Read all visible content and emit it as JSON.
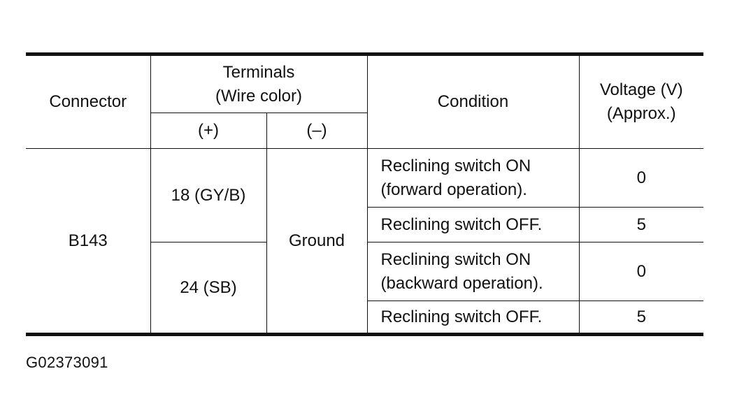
{
  "table": {
    "headers": {
      "connector": "Connector",
      "terminals_line1": "Terminals",
      "terminals_line2": "(Wire color)",
      "plus": "(+)",
      "minus": "(–)",
      "condition": "Condition",
      "voltage_line1": "Voltage (V)",
      "voltage_line2": "(Approx.)"
    },
    "connector": "B143",
    "ground": "Ground",
    "groups": [
      {
        "terminal": "18 (GY/B)",
        "rows": [
          {
            "condition_line1": "Reclining switch ON",
            "condition_line2": "(forward operation).",
            "voltage": "0"
          },
          {
            "condition_line1": "Reclining switch OFF.",
            "voltage": "5"
          }
        ]
      },
      {
        "terminal": "24 (SB)",
        "rows": [
          {
            "condition_line1": "Reclining switch ON",
            "condition_line2": "(backward operation).",
            "voltage": "0"
          },
          {
            "condition_line1": "Reclining switch OFF.",
            "voltage": "5"
          }
        ]
      }
    ]
  },
  "figure_id": "G02373091"
}
